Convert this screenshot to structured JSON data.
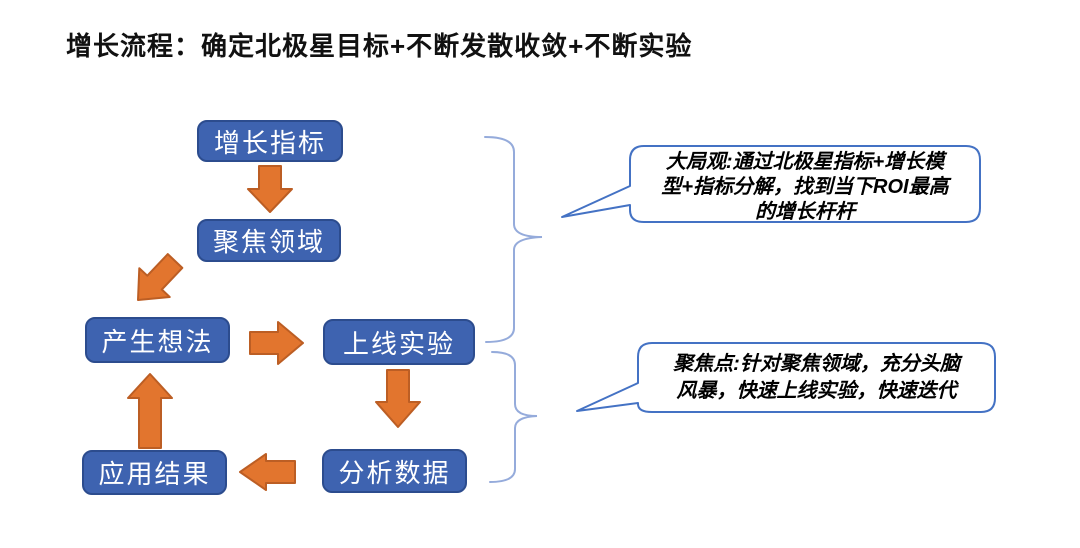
{
  "title": "增长流程：确定北极星目标+不断发散收敛+不断实验",
  "flow": {
    "nodes": [
      {
        "id": "growth-metric",
        "label": "增长指标"
      },
      {
        "id": "focus-area",
        "label": "聚焦领域"
      },
      {
        "id": "generate-ideas",
        "label": "产生想法"
      },
      {
        "id": "launch-experiment",
        "label": "上线实验"
      },
      {
        "id": "analyze-data",
        "label": "分析数据"
      },
      {
        "id": "apply-results",
        "label": "应用结果"
      }
    ],
    "edges": [
      {
        "from": "增长指标",
        "to": "聚焦领域"
      },
      {
        "from": "聚焦领域",
        "to": "产生想法"
      },
      {
        "from": "产生想法",
        "to": "上线实验"
      },
      {
        "from": "上线实验",
        "to": "分析数据"
      },
      {
        "from": "分析数据",
        "to": "应用结果"
      },
      {
        "from": "应用结果",
        "to": "产生想法"
      }
    ]
  },
  "callouts": [
    {
      "text": "大局观:通过北极星指标+增长模型+指标分解，找到当下ROI最高的增长杆杆",
      "lines": [
        "大局观:通过北极星指标+增长模",
        "型+指标分解，找到当下ROI最高",
        "的增长杆杆"
      ]
    },
    {
      "text": "聚焦点:针对聚焦领域，充分头脑风暴，快速上线实验，快速迭代",
      "lines": [
        "聚焦点:针对聚焦领域，充分头脑",
        "风暴，快速上线实验，快速迭代"
      ]
    }
  ],
  "colors": {
    "node_fill": "#3e63b0",
    "node_border": "#2c4c8e",
    "node_text": "#ffffff",
    "arrow_fill": "#e2752e",
    "arrow_border": "#bc5e24",
    "callout_border": "#4472c4",
    "brace": "#95abdb",
    "title_text": "#111111",
    "background": "#ffffff"
  }
}
